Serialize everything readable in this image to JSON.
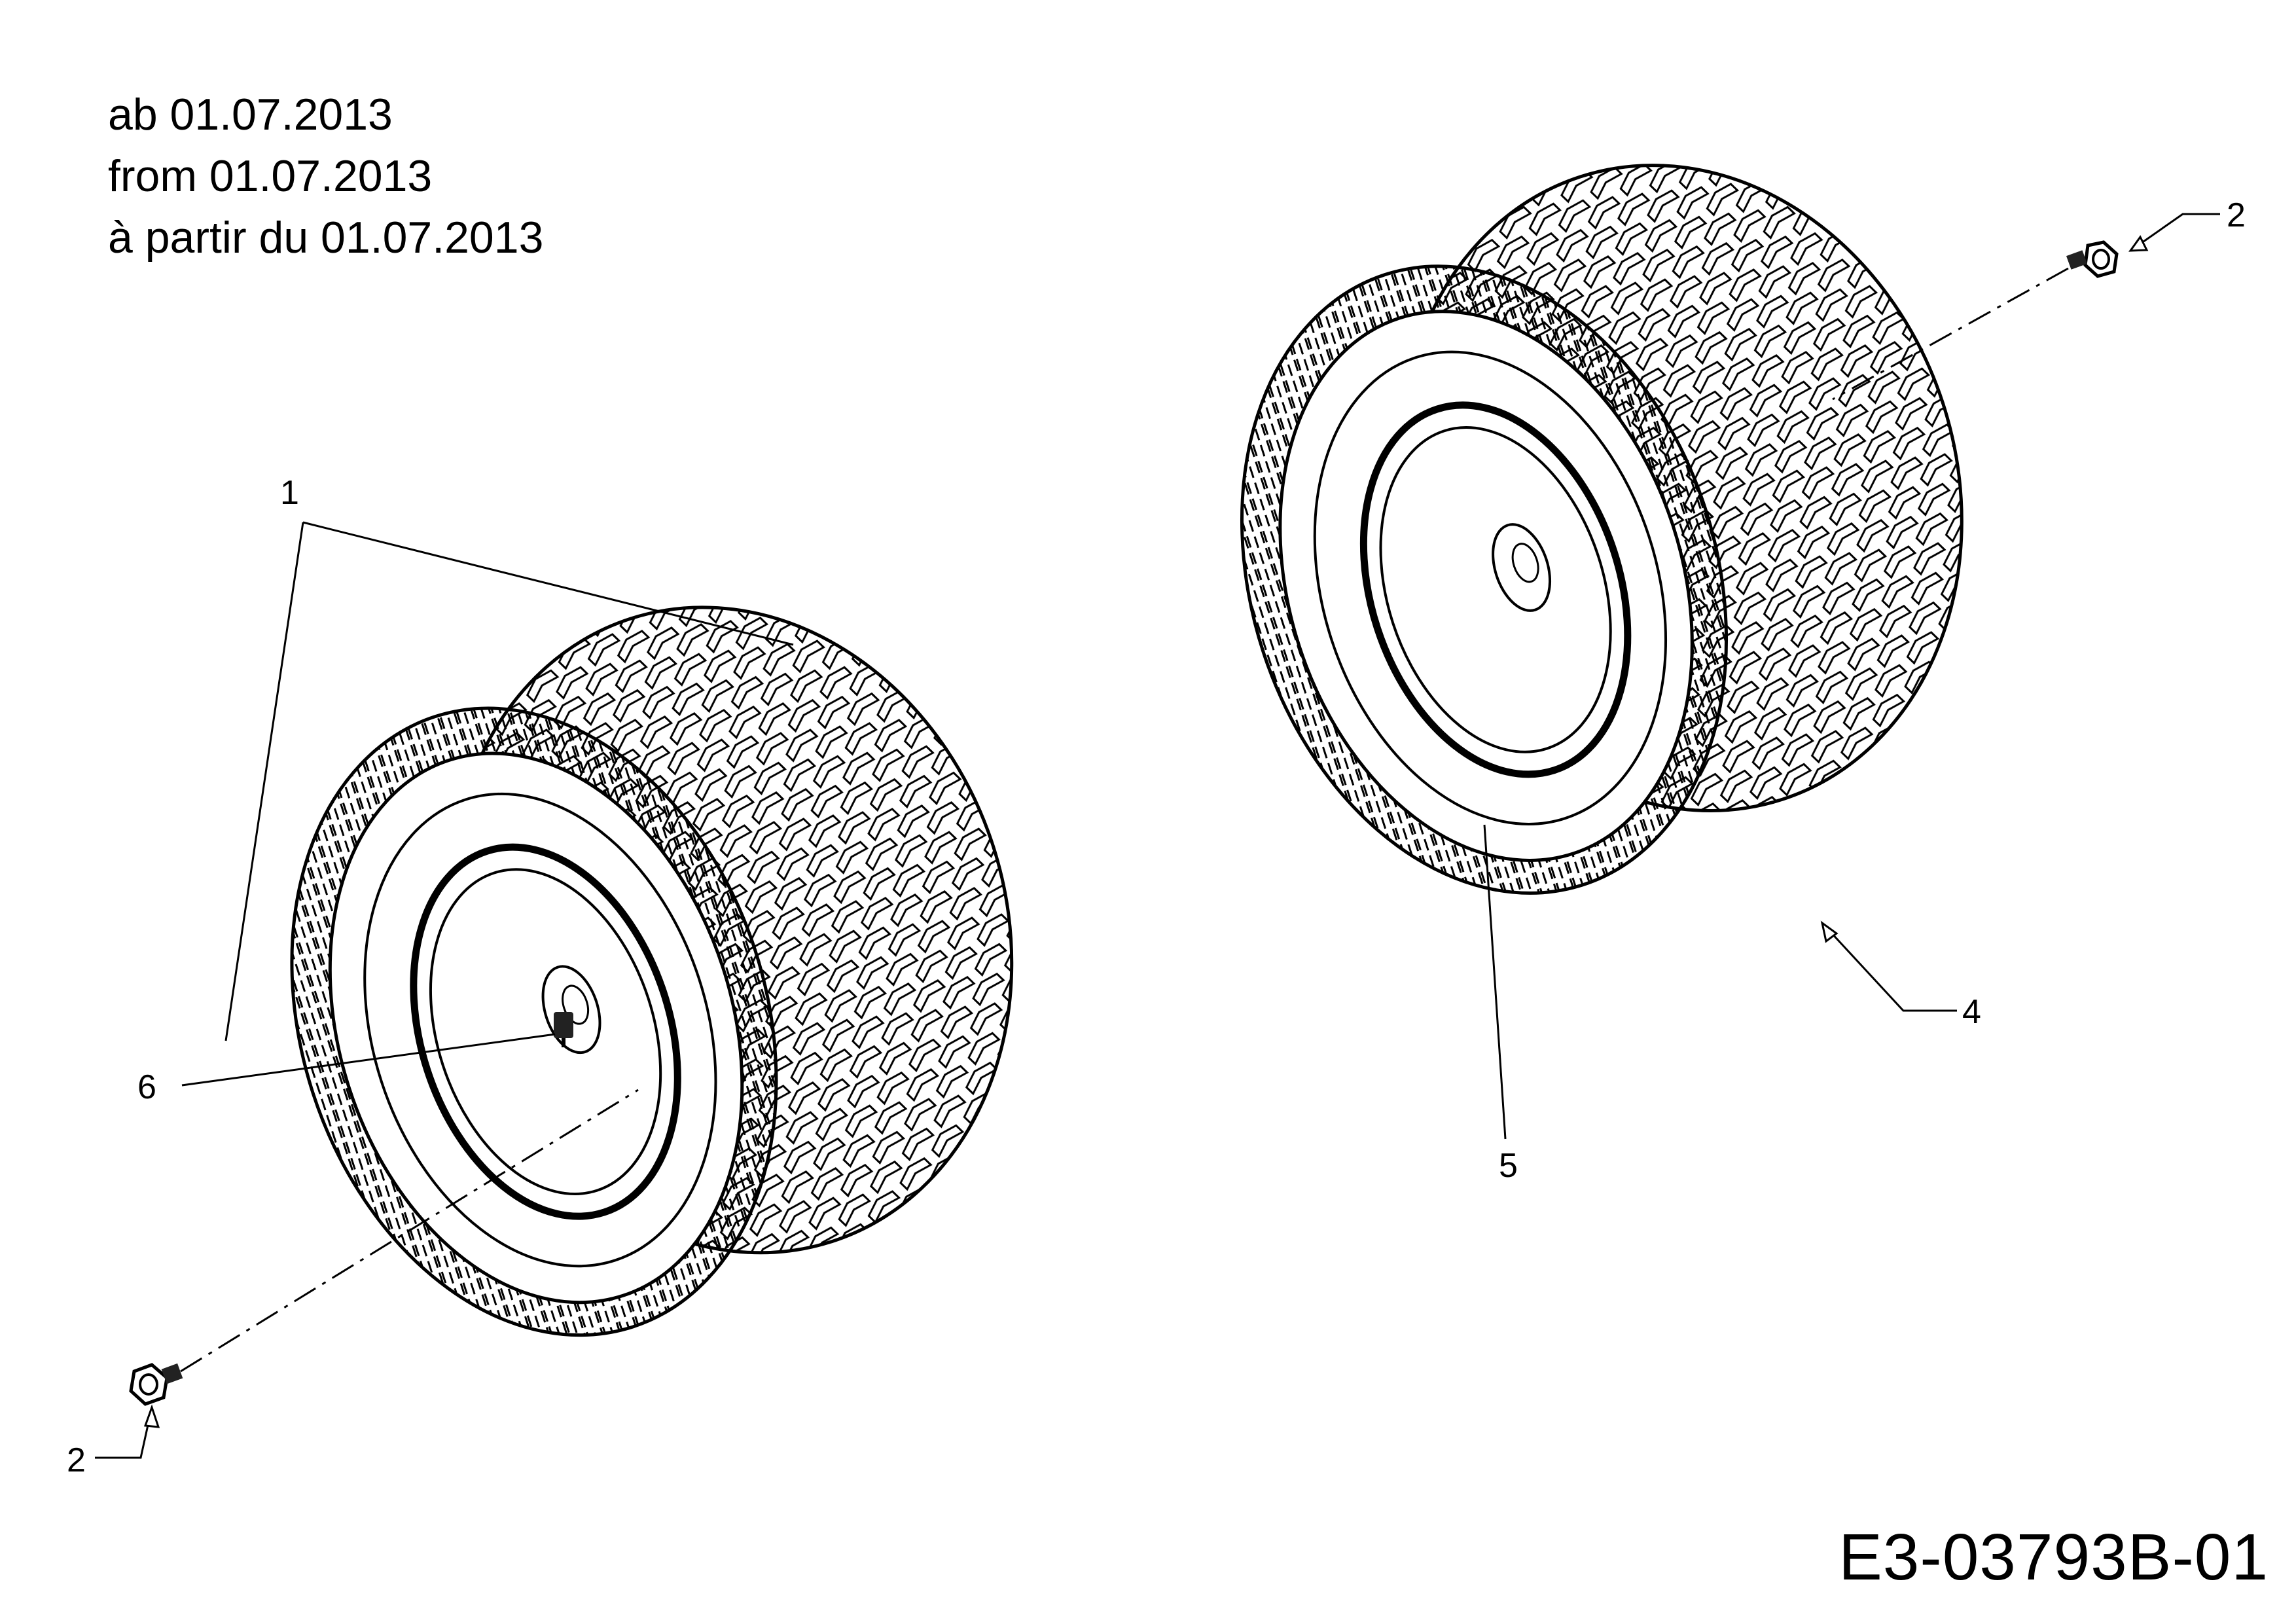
{
  "header": {
    "line_de": "ab 01.07.2013",
    "line_en": "from 01.07.2013",
    "line_fr": "à partir du 01.07.2013"
  },
  "callouts": {
    "wheel_assembly": "1",
    "bolt_left": "2",
    "bolt_right": "2",
    "tire": "4",
    "rim": "5",
    "valve": "6"
  },
  "document_id": "E3-03793B-01"
}
